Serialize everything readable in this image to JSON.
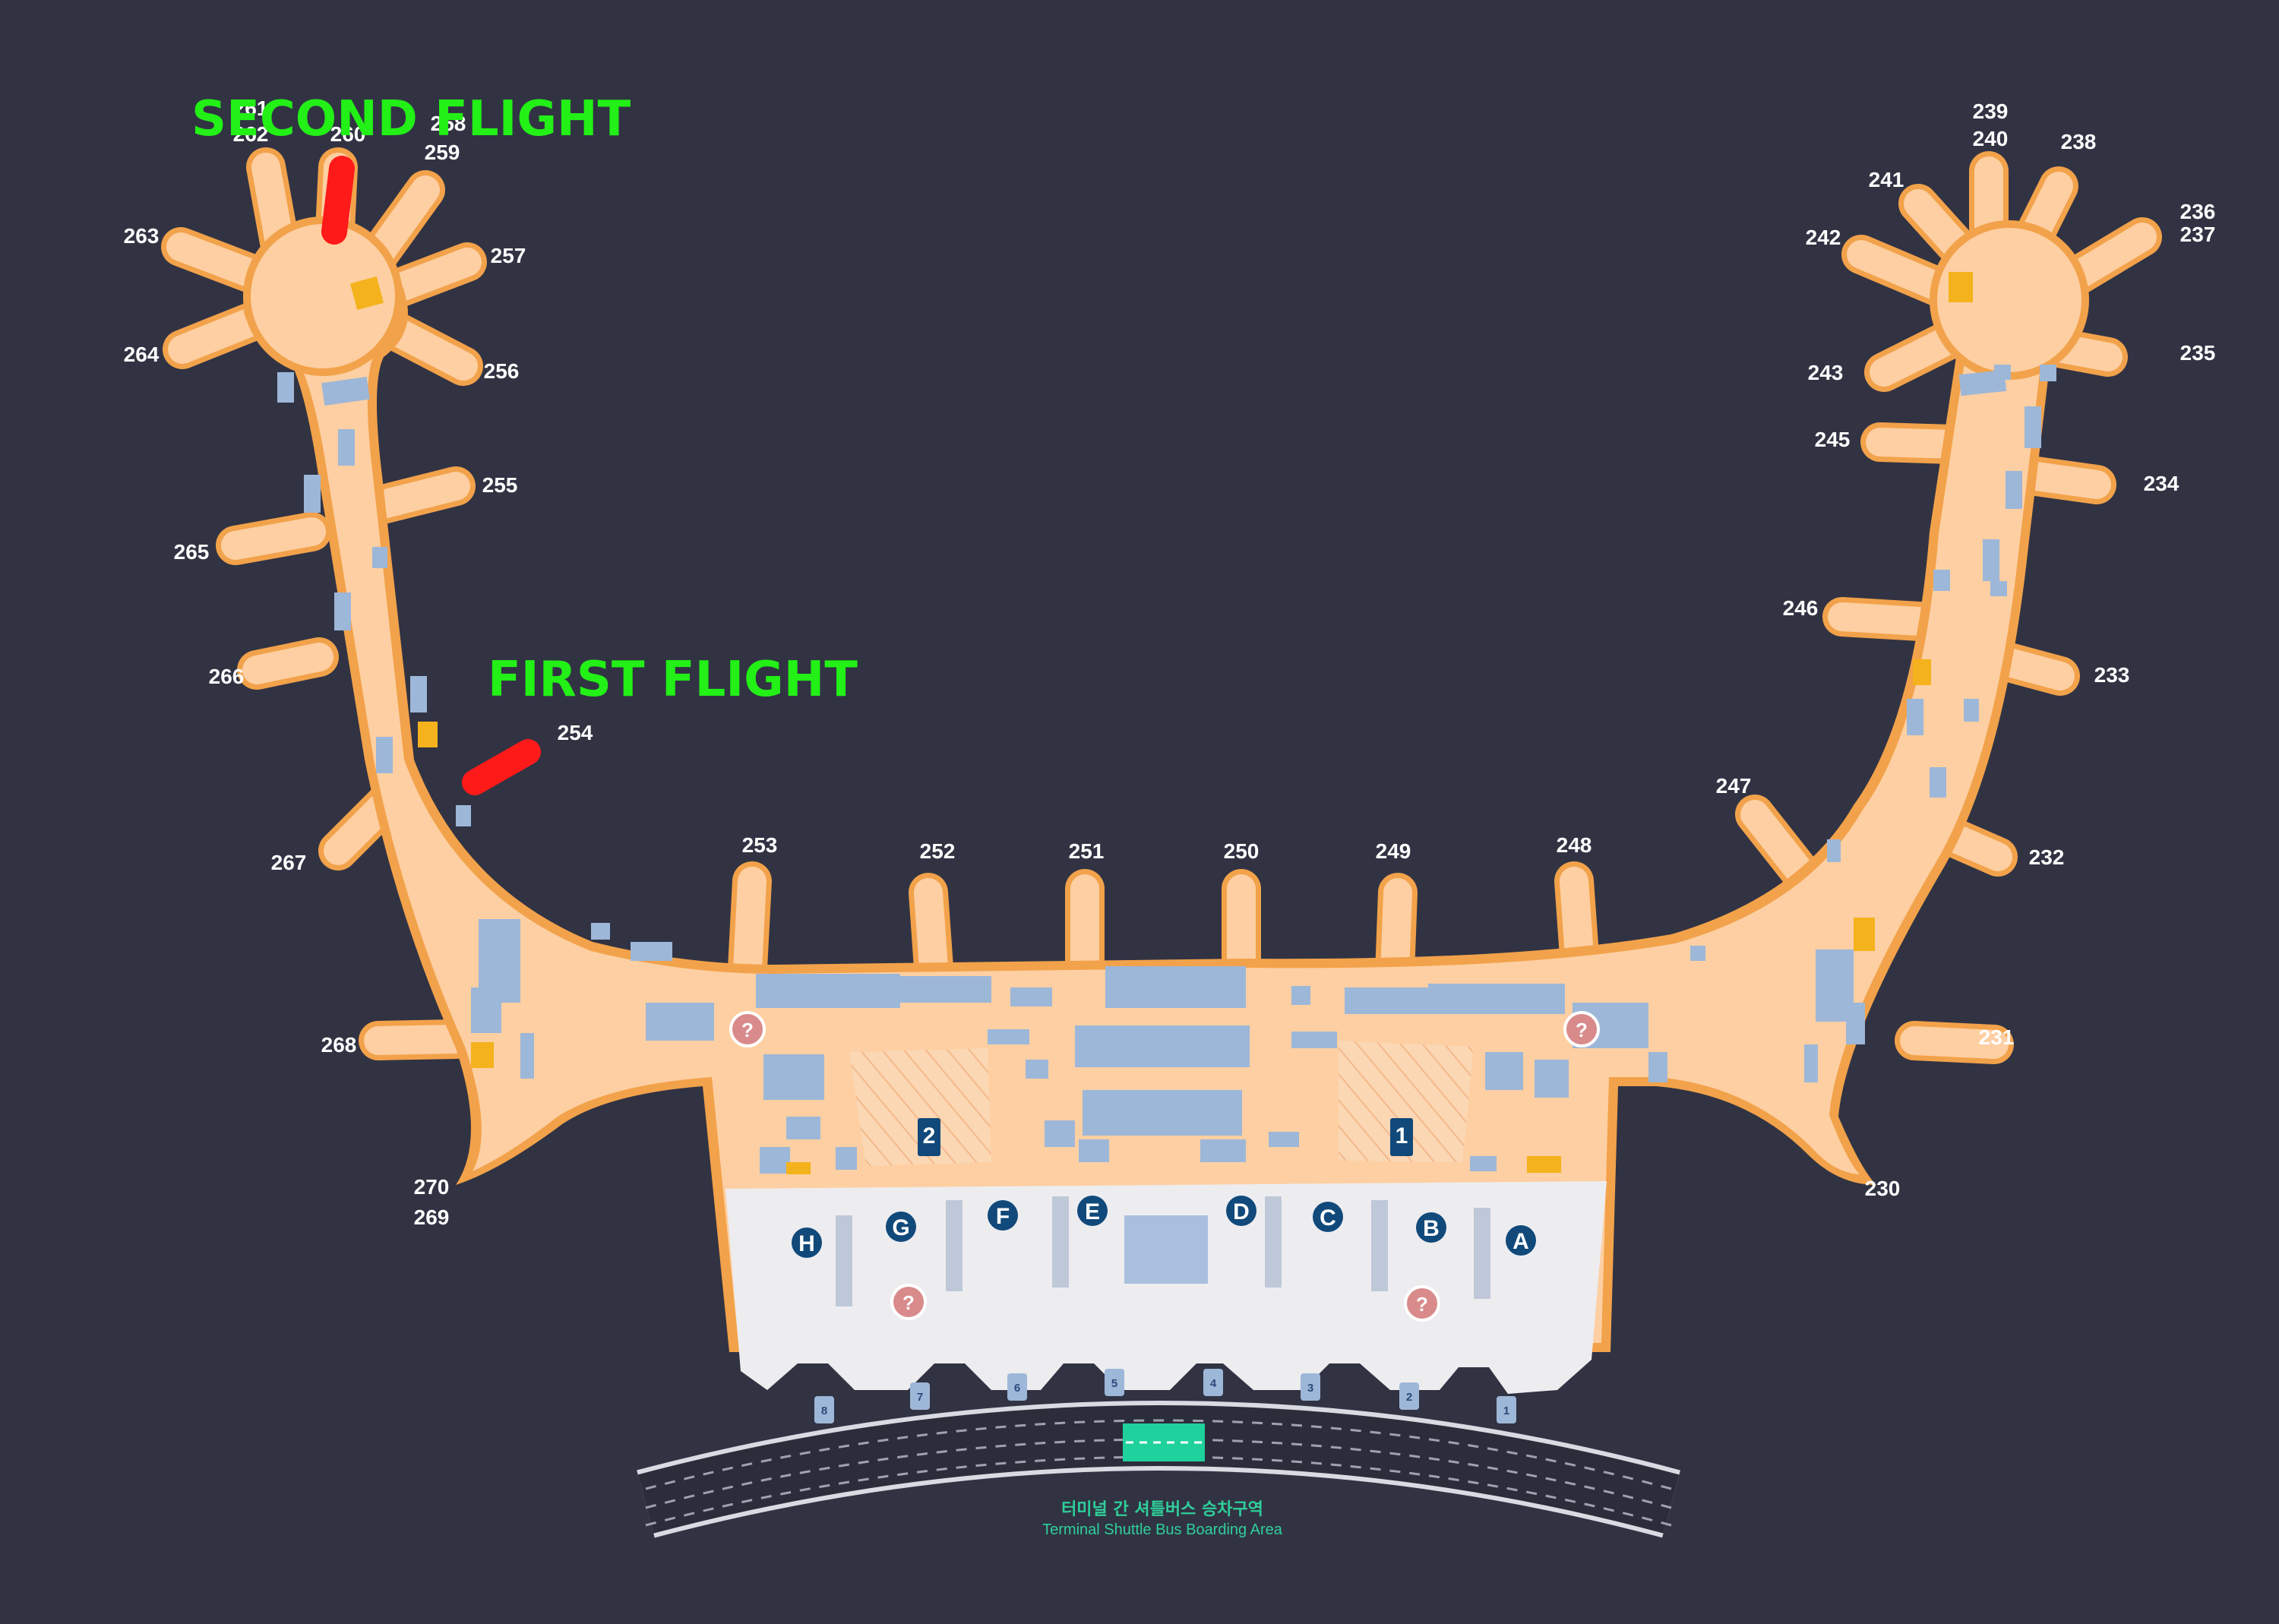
{
  "annotations": {
    "first_flight": "FIRST FLIGHT",
    "second_flight": "SECOND FLIGHT",
    "highlight_color": "#ff1a1a",
    "text_color": "#22f016"
  },
  "gates": {
    "g230": "230",
    "g231": "231",
    "g232": "232",
    "g233": "233",
    "g234": "234",
    "g235": "235",
    "g236": "236",
    "g237": "237",
    "g238": "238",
    "g239": "239",
    "g240": "240",
    "g241": "241",
    "g242": "242",
    "g243": "243",
    "g245": "245",
    "g246": "246",
    "g247": "247",
    "g248": "248",
    "g249": "249",
    "g250": "250",
    "g251": "251",
    "g252": "252",
    "g253": "253",
    "g254": "254",
    "g255": "255",
    "g256": "256",
    "g257": "257",
    "g258": "258",
    "g259": "259",
    "g260": "260",
    "g261": "261",
    "g262": "262",
    "g263": "263",
    "g264": "264",
    "g265": "265",
    "g266": "266",
    "g267": "267",
    "g268": "268",
    "g269": "269",
    "g270": "270"
  },
  "checkin_rows": {
    "A": "A",
    "B": "B",
    "C": "C",
    "D": "D",
    "E": "E",
    "F": "F",
    "G": "G",
    "H": "H"
  },
  "security_zones": {
    "z1": "1",
    "z2": "2"
  },
  "doors": {
    "d1": "1",
    "d2": "2",
    "d3": "3",
    "d4": "4",
    "d5": "5",
    "d6": "6",
    "d7": "7",
    "d8": "8"
  },
  "shuttle": {
    "label_ko": "터미널 간 셔틀버스 승차구역",
    "label_en": "Terminal Shuttle Bus Boarding Area"
  },
  "colors": {
    "background": "#313343",
    "concourse": "#fdcfa2",
    "concourse_edge": "#f2a24a",
    "checkin_hall": "#ededf0",
    "shops": "#9db7d8",
    "info_icon": "#d98a8a",
    "lounge_icon": "#f4b21c",
    "row_marker": "#11497a",
    "shuttle_zone": "#1fd19c"
  }
}
